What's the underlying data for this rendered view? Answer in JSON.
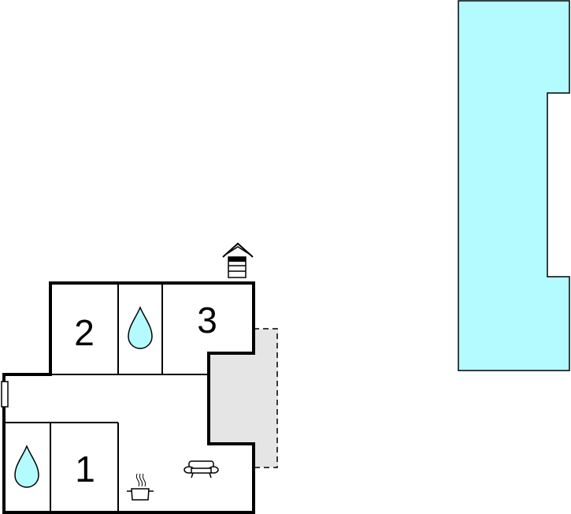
{
  "rooms": {
    "bedroom_1": "1",
    "bedroom_2": "2",
    "bedroom_3": "3"
  },
  "icons": {
    "bathroom_upper": "water-drop-icon",
    "bathroom_lower": "water-drop-icon",
    "entrance": "house-entrance-icon",
    "kitchen": "cooking-pot-icon",
    "living": "sofa-icon",
    "window": "window-icon"
  },
  "colors": {
    "pool": "#b3fbff",
    "terrace": "#e5e5e5",
    "water_drop": "#b3fbff",
    "walls": "#000000"
  }
}
